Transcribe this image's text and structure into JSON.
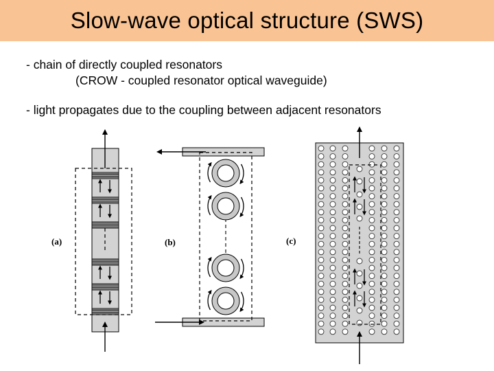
{
  "slide": {
    "title": "Slow-wave optical structure (SWS)",
    "bullets": [
      "- chain of directly coupled resonators",
      "(CROW - coupled resonator optical waveguide)",
      "- light propagates due to the coupling between adjacent resonators"
    ],
    "title_color": "#f9c393"
  },
  "figure": {
    "labels": [
      "(a)",
      "(b)",
      "(c)"
    ]
  }
}
